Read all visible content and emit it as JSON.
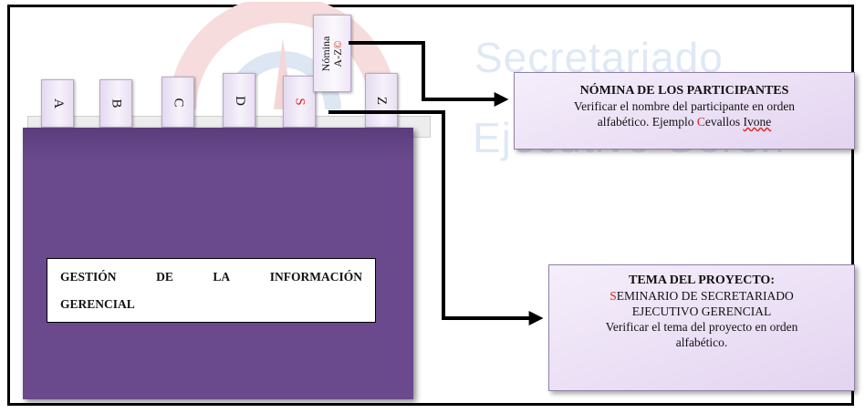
{
  "watermark": {
    "line1": "Secretariado",
    "line2": "Ejecutivo Geren"
  },
  "tabs": [
    {
      "letter": "A",
      "red": false
    },
    {
      "letter": "B",
      "red": false
    },
    {
      "letter": "C",
      "red": false
    },
    {
      "letter": "D",
      "red": false
    },
    {
      "letter": "S",
      "red": true
    },
    {
      "letter": "Z",
      "red": false
    }
  ],
  "nomina_tab": {
    "line1": "Nómina",
    "line2_prefix": "A-Z",
    "line2_marker": "©"
  },
  "folder_label": {
    "words": [
      "GESTIÓN",
      "DE",
      "LA",
      "INFORMACIÓN"
    ],
    "line2": "GERENCIAL"
  },
  "callout_participants": {
    "title": "NÓMINA DE LOS PARTICIPANTES",
    "line1": "Verificar el nombre del participante en orden",
    "line2_prefix": "alfabético. Ejemplo ",
    "line2_red": "C",
    "line2_rest": "evallos ",
    "line2_underlined": "Ivone"
  },
  "callout_project": {
    "title": "TEMA DEL PROYECTO:",
    "line1_red": "S",
    "line1_rest": "EMINARIO DE SECRETARIADO",
    "line2": "EJECUTIVO GERENCIAL",
    "line3": "Verificar el tema del proyecto en orden",
    "line4": "alfabético."
  },
  "colors": {
    "folder": "#6a4a8d",
    "tab": "#ede5f6",
    "accent_red": "#e0201b",
    "callout": "#e9ddf4"
  }
}
